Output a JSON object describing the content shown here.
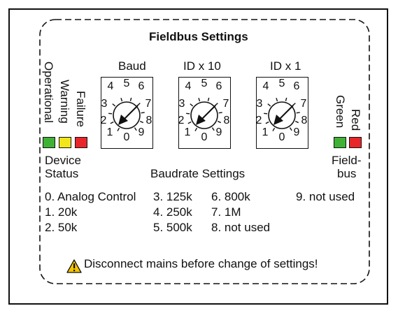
{
  "title": "Fieldbus Settings",
  "switches": [
    {
      "label": "Baud",
      "digits": [
        "4",
        "5",
        "6",
        "3",
        "7",
        "2",
        "8",
        "1",
        "0",
        "9"
      ]
    },
    {
      "label": "ID x 10",
      "digits": [
        "4",
        "5",
        "6",
        "3",
        "7",
        "2",
        "8",
        "1",
        "0",
        "9"
      ]
    },
    {
      "label": "ID x 1",
      "digits": [
        "4",
        "5",
        "6",
        "3",
        "7",
        "2",
        "8",
        "1",
        "0",
        "9"
      ]
    }
  ],
  "device_leds": [
    {
      "label": "Operational",
      "color": "#3fb236"
    },
    {
      "label": "Warning",
      "color": "#f2e51a"
    },
    {
      "label": "Failure",
      "color": "#e8262a"
    }
  ],
  "device_status": {
    "line1": "Device",
    "line2": "Status"
  },
  "fieldbus_leds": [
    {
      "label": "Green",
      "color": "#3fb236"
    },
    {
      "label": "Red",
      "color": "#e8262a"
    }
  ],
  "fieldbus_status": {
    "line1": "Field-",
    "line2": "bus"
  },
  "baudrate_title": "Baudrate Settings",
  "baudrate_settings": {
    "col1": [
      "0. Analog Control",
      "1. 20k",
      "2. 50k"
    ],
    "col2": [
      "3. 125k",
      "4. 250k",
      "5. 500k"
    ],
    "col3": [
      "6. 800k",
      "7. 1M",
      "8. not used"
    ],
    "col4": [
      "9. not used"
    ]
  },
  "warning": {
    "icon": "warning-triangle-icon",
    "text": "Disconnect mains before change of settings!",
    "icon_color": "#f5c400"
  }
}
